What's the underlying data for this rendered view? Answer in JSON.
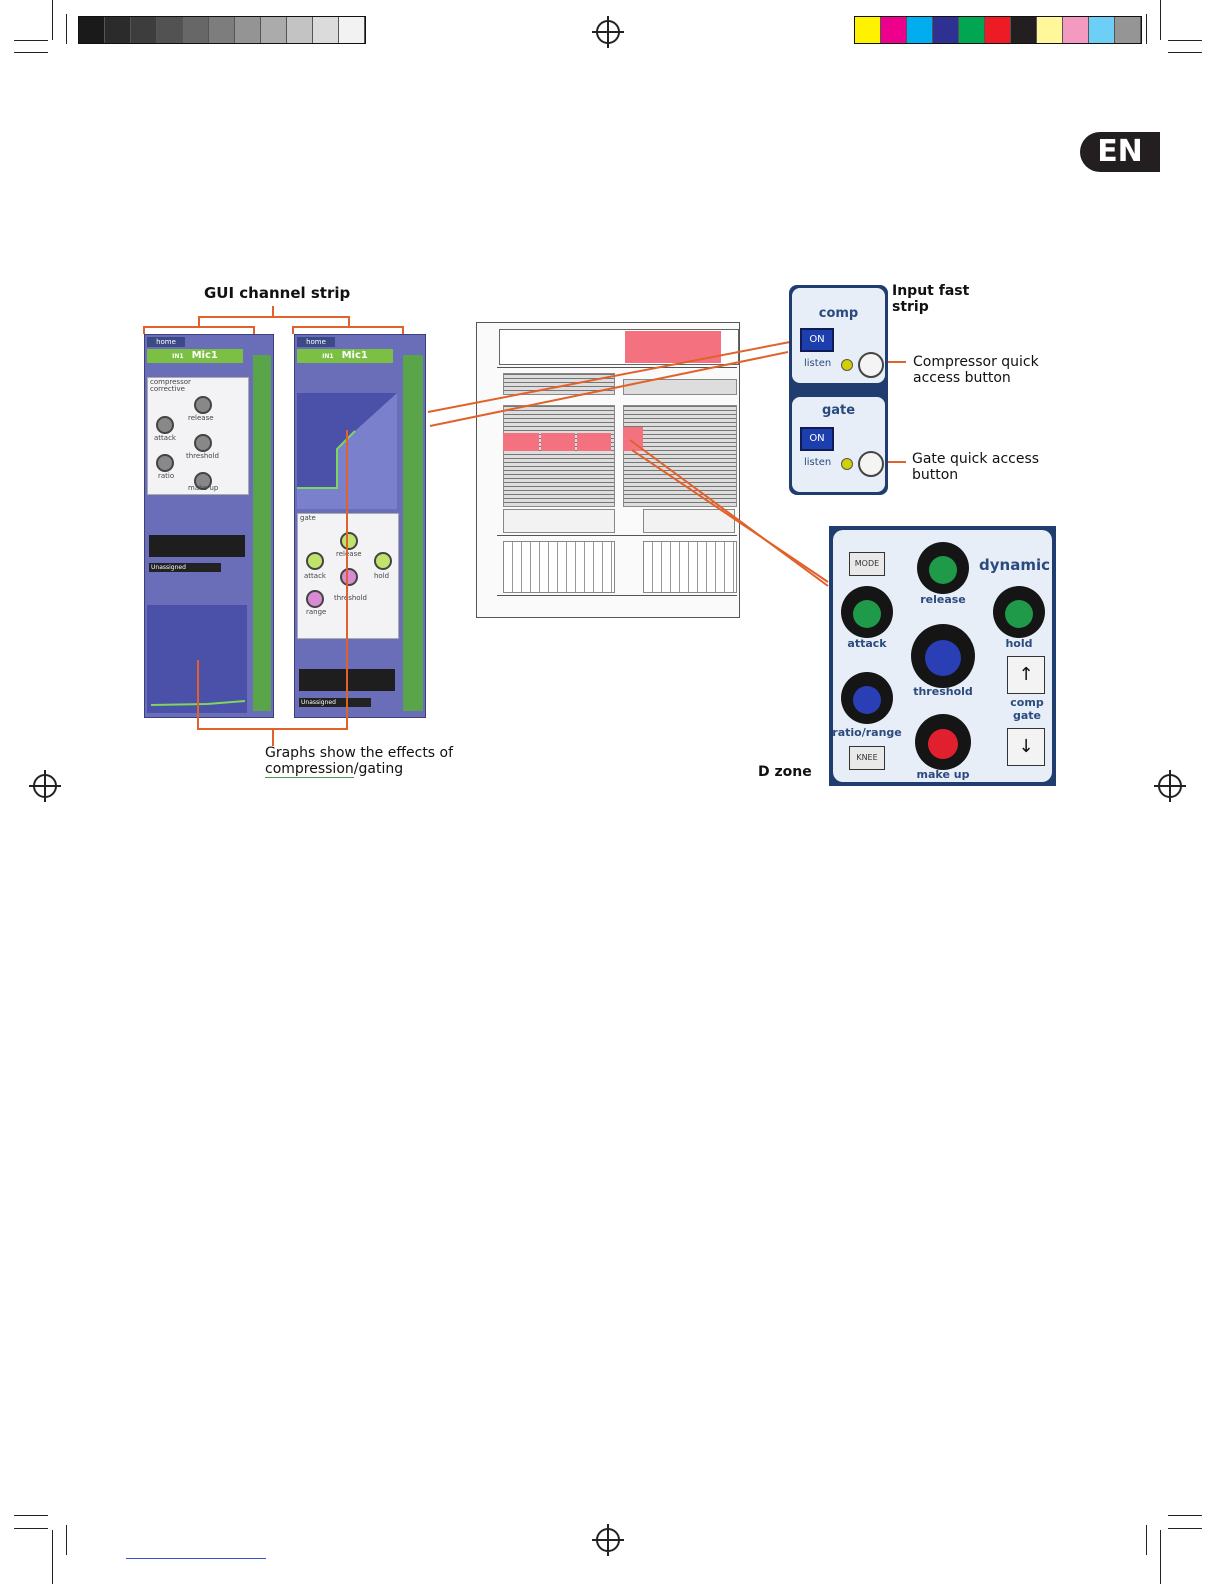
{
  "page": {
    "language_tab": "EN"
  },
  "print_marks": {
    "gray_swatches": [
      "#1a1a1a",
      "#2b2b2b",
      "#3d3d3d",
      "#525252",
      "#676767",
      "#7d7d7d",
      "#949494",
      "#ababab",
      "#c3c3c3",
      "#dbdbdb",
      "#f2f2f2"
    ],
    "color_swatches": [
      "#fff200",
      "#ec008c",
      "#00aeef",
      "#2e3192",
      "#00a651",
      "#ed1c24",
      "#231f20",
      "#fff799",
      "#f49ac1",
      "#6dcff6",
      "#959595"
    ]
  },
  "gui_strip": {
    "title": "GUI channel strip",
    "tab_label": "home",
    "channel_name": "Mic1",
    "channel_tag": "IN1",
    "comp_panel_title": "compressor",
    "comp_panel_sub": "corrective",
    "gate_panel_title": "gate",
    "knob_labels": [
      "release",
      "attack",
      "threshold",
      "ratio",
      "make up",
      "hold",
      "range"
    ],
    "assign_label": "Unassigned",
    "caption_line1": "Graphs show the effects of",
    "caption_word1": "compression",
    "caption_rest": "/gating"
  },
  "fast_strip": {
    "title_line1": "Input fast",
    "title_line2": "strip",
    "comp_label": "comp",
    "gate_label": "gate",
    "on_label": "ON",
    "listen_label": "listen",
    "comp_callout_1": "Compressor quick",
    "comp_callout_2": "access button",
    "gate_callout_1": "Gate quick access",
    "gate_callout_2": "button"
  },
  "dzone": {
    "caption": "D zone",
    "title": "dynamic",
    "mode_label": "MODE",
    "knee_label": "KNEE",
    "release": "release",
    "attack": "attack",
    "hold": "hold",
    "threshold": "threshold",
    "comp_gate_1": "comp",
    "comp_gate_2": "gate",
    "ratio_range": "ratio/range",
    "make_up": "make up"
  }
}
